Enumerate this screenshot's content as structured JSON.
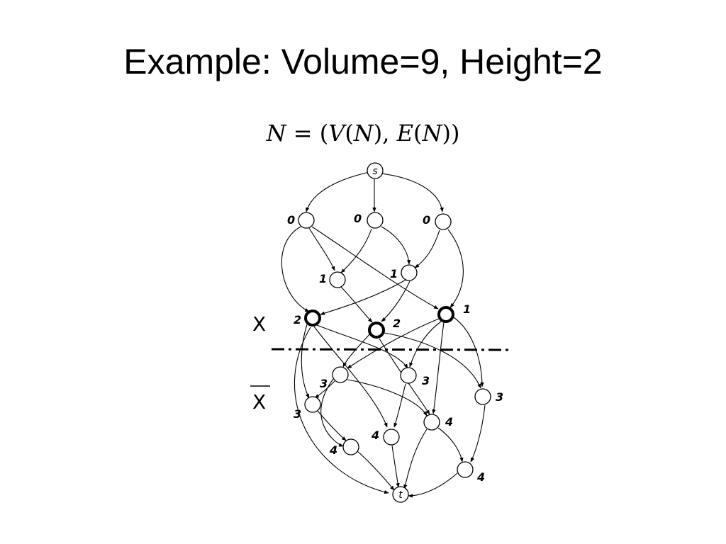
{
  "slide": {
    "title": "Example: Volume=9, Height=2",
    "equation": {
      "lhs": "N",
      "eq": " = (",
      "v": "V",
      "p1": "(",
      "n1": "N",
      "mid": "), ",
      "e": "E",
      "p2": "(",
      "n2": "N",
      "end": "))"
    }
  },
  "diagram": {
    "source": "s",
    "sink": "t",
    "set_x": "X",
    "set_x_bar": "X",
    "node_labels": {
      "a1": "0",
      "a2": "0",
      "a3": "0",
      "b1": "1",
      "b2": "1",
      "c1": "2",
      "c2": "2",
      "c3": "1",
      "d1": "3",
      "d2": "3",
      "d3": "3",
      "d4": "3",
      "e1": "4",
      "e2": "4",
      "e3": "4",
      "e4": "4"
    },
    "highlighted_nodes": [
      "c1",
      "c2",
      "c3"
    ],
    "colors": {
      "ink": "#000000",
      "background": "#ffffff"
    }
  }
}
